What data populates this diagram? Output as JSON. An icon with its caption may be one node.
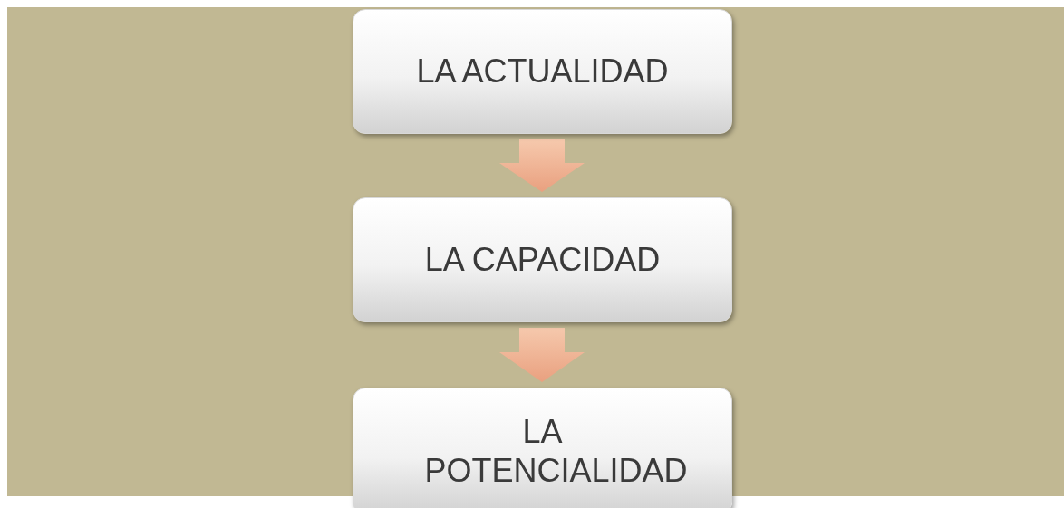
{
  "diagram": {
    "nodes": [
      {
        "text": [
          "LA ACTUALIDAD"
        ]
      },
      {
        "text": [
          "LA CAPACIDAD"
        ]
      },
      {
        "text": [
          "LA POTENCIALIDAD"
        ]
      }
    ],
    "edges": [
      {
        "from": 0,
        "to": 1,
        "arrow": "to"
      },
      {
        "from": 1,
        "to": 2,
        "arrow": "to"
      }
    ]
  }
}
